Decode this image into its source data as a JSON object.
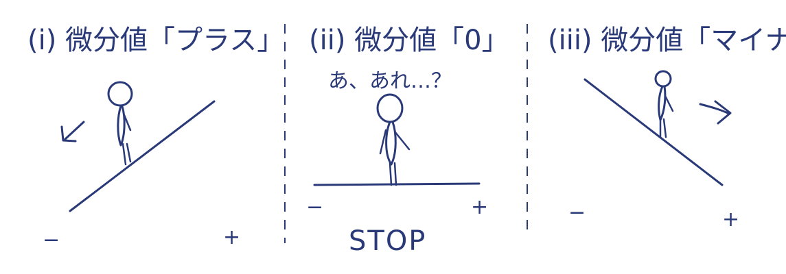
{
  "panels": [
    {
      "title": "(i) 微分値「プラス」",
      "left_sign": "−",
      "right_sign": "+",
      "arrow": "arrow-down-left"
    },
    {
      "title": "(ii) 微分値「0」",
      "speech": "あ、あれ…？",
      "left_sign": "−",
      "right_sign": "+",
      "caption": "STOP"
    },
    {
      "title": "(iii) 微分値「マイナス」",
      "left_sign": "−",
      "right_sign": "+",
      "arrow": "arrow-right"
    }
  ],
  "ink_color": "#2a3a78"
}
